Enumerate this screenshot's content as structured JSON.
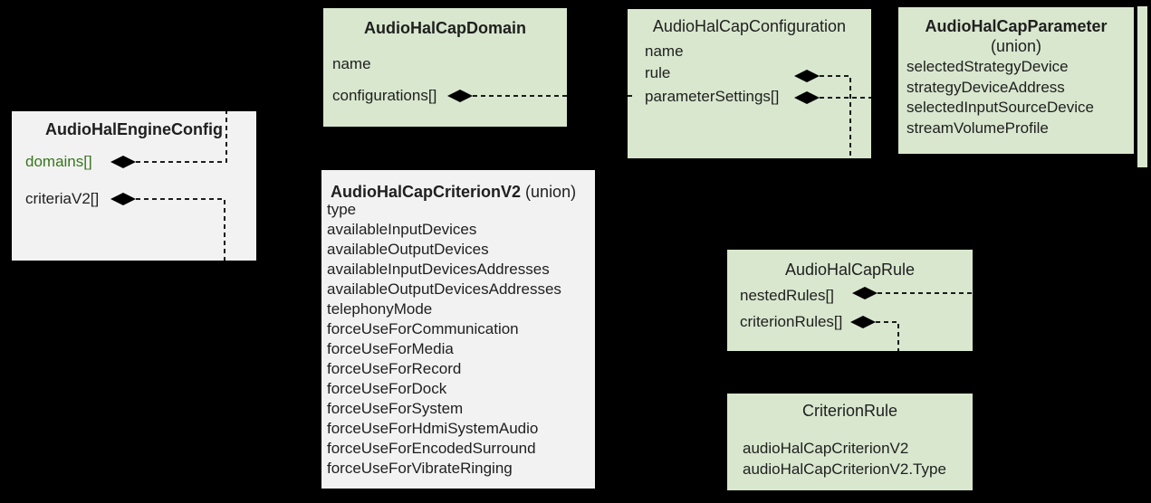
{
  "colors": {
    "background": "#000000",
    "green_box": "#d8e7ce",
    "gray_box": "#f2f2f2",
    "line": "#000000",
    "green_field_text": "#38761d",
    "text": "#1f1f1f"
  },
  "boxes": {
    "engine_config": {
      "title": "AudioHalEngineConfig",
      "fields": [
        "domains[]",
        "criteriaV2[]"
      ]
    },
    "domain": {
      "title": "AudioHalCapDomain",
      "fields": [
        "name",
        "configurations[]"
      ]
    },
    "configuration": {
      "title": "AudioHalCapConfiguration",
      "fields": [
        "name",
        "rule",
        "parameterSettings[]"
      ]
    },
    "parameter": {
      "title": "AudioHalCapParameter",
      "subtitle": "(union)",
      "fields": [
        "selectedStrategyDevice",
        "strategyDeviceAddress",
        "selectedInputSourceDevice",
        "streamVolumeProfile"
      ]
    },
    "criterion_v2": {
      "title": "AudioHalCapCriterionV2",
      "title_suffix": "(union)",
      "fields": [
        "type",
        "availableInputDevices",
        "availableOutputDevices",
        "availableInputDevicesAddresses",
        "availableOutputDevicesAddresses",
        "telephonyMode",
        "forceUseForCommunication",
        "forceUseForMedia",
        "forceUseForRecord",
        "forceUseForDock",
        "forceUseForSystem",
        "forceUseForHdmiSystemAudio",
        "forceUseForEncodedSurround",
        "forceUseForVibrateRinging"
      ]
    },
    "rule": {
      "title": "AudioHalCapRule",
      "fields": [
        "nestedRules[]",
        "criterionRules[]"
      ]
    },
    "criterion_rule": {
      "title": "CriterionRule",
      "fields": [
        "audioHalCapCriterionV2",
        "audioHalCapCriterionV2.Type"
      ]
    }
  },
  "connections": [
    {
      "from": "AudioHalEngineConfig.domains[]",
      "to": "AudioHalCapDomain",
      "type": "composition"
    },
    {
      "from": "AudioHalEngineConfig.criteriaV2[]",
      "to": "AudioHalCapCriterionV2",
      "type": "composition"
    },
    {
      "from": "AudioHalCapDomain.configurations[]",
      "to": "AudioHalCapConfiguration",
      "type": "composition"
    },
    {
      "from": "AudioHalCapConfiguration.rule",
      "to": "AudioHalCapRule",
      "type": "composition"
    },
    {
      "from": "AudioHalCapConfiguration.parameterSettings[]",
      "to": "AudioHalCapParameter",
      "type": "composition"
    },
    {
      "from": "AudioHalCapRule.nestedRules[]",
      "to": "AudioHalCapRule",
      "type": "composition"
    },
    {
      "from": "AudioHalCapRule.criterionRules[]",
      "to": "CriterionRule",
      "type": "composition"
    }
  ]
}
